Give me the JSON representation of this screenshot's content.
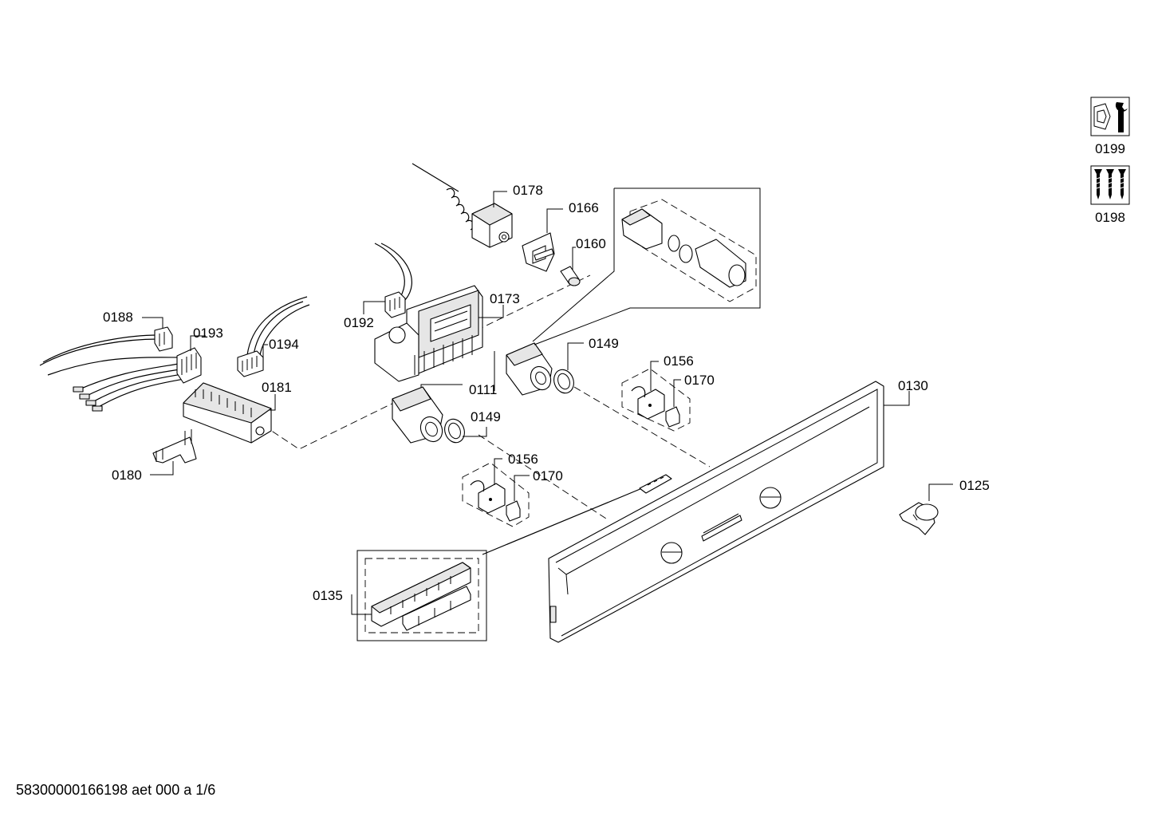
{
  "document_id": "58300000166198 aet 000 a 1/6",
  "part_labels": {
    "p0178": "0178",
    "p0166": "0166",
    "p0160": "0160",
    "p0173": "0173",
    "p0192": "0192",
    "p0188": "0188",
    "p0193": "0193",
    "p0194": "0194",
    "p0181": "0181",
    "p0180": "0180",
    "p0111": "0111",
    "p0149a": "0149",
    "p0149b": "0149",
    "p0156a": "0156",
    "p0170a": "0170",
    "p0156b": "0156",
    "p0170b": "0170",
    "p0130": "0130",
    "p0125": "0125",
    "p0135": "0135",
    "p0199": "0199",
    "p0198": "0198"
  },
  "icons": {
    "p0199": "wrench-bolt-icon",
    "p0198": "screws-icon"
  }
}
